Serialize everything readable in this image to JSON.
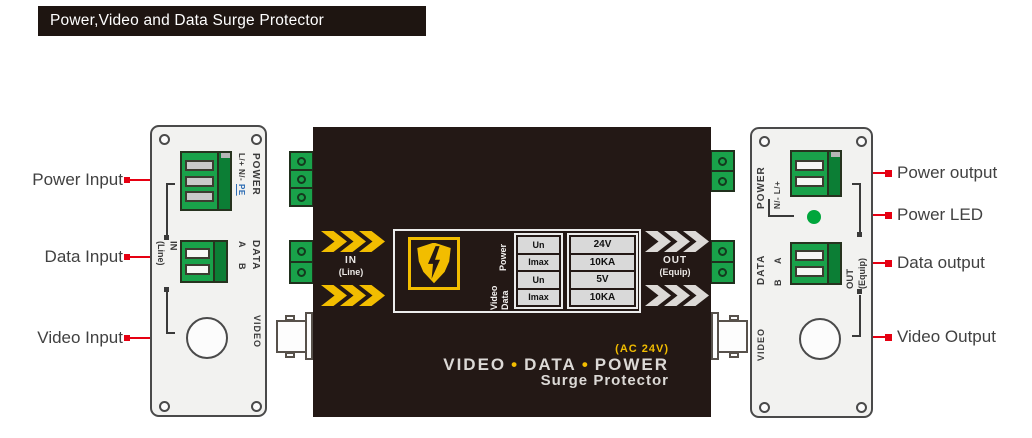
{
  "title_bar": {
    "title": "Power,Video and Data Surge Protector"
  },
  "callouts": {
    "left": [
      {
        "label": "Power Input"
      },
      {
        "label": "Data Input"
      },
      {
        "label": "Video Input"
      }
    ],
    "right": [
      {
        "label": "Power output"
      },
      {
        "label": "Power LED"
      },
      {
        "label": "Data output"
      },
      {
        "label": "Video Output"
      }
    ]
  },
  "left_panel": {
    "power": {
      "name": "POWER",
      "pins": "L/+ N/-",
      "pe": "PE"
    },
    "data": {
      "name": "DATA",
      "pin_a": "A",
      "pin_b": "B"
    },
    "video": {
      "name": "VIDEO"
    },
    "bracket": {
      "line1": "IN",
      "line2": "(Line)"
    }
  },
  "device": {
    "in_marker": {
      "line1": "IN",
      "line2": "(Line)"
    },
    "out_marker": {
      "line1": "OUT",
      "line2": "(Equip)"
    },
    "spec": {
      "groups": [
        {
          "name": "Power",
          "rows": [
            [
              "Un",
              "24V"
            ],
            [
              "Imax",
              "10KA"
            ]
          ]
        },
        {
          "name": "Video Data",
          "rows": [
            [
              "Un",
              "5V"
            ],
            [
              "Imax",
              "10KA"
            ]
          ]
        }
      ]
    },
    "branding": {
      "ac": "(AC 24V)",
      "word1": "VIDEO",
      "dot": "•",
      "word2": "DATA",
      "word3": "POWER",
      "line2": "Surge Protector"
    }
  },
  "right_panel": {
    "power": {
      "name": "POWER",
      "pins": "N/- L/+"
    },
    "data": {
      "name": "DATA",
      "pin_a": "A",
      "pin_b": "B"
    },
    "video": {
      "name": "VIDEO"
    },
    "bracket": {
      "line1": "OUT",
      "line2": "(Equip)"
    }
  },
  "colors": {
    "device_black": "#231815",
    "accent_yellow": "#f2bd00",
    "terminal_green": "#19a24a",
    "led_green": "#00a63c",
    "callout_red": "#e60012",
    "chevron_gray": "#dcd9d6"
  }
}
